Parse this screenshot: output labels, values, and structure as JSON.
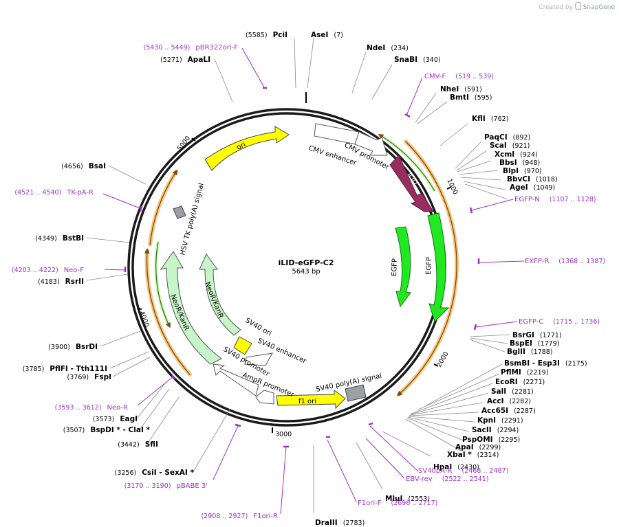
{
  "credit": {
    "prefix": "Created by",
    "brand": "SnapGene"
  },
  "plasmid": {
    "name": "iLID-eGFP-C2",
    "length_label": "5643 bp"
  },
  "ticks": [
    "1000",
    "2000",
    "3000",
    "4000",
    "5000"
  ],
  "features": [
    {
      "id": "cmv-enhancer",
      "label": "CMV enhancer"
    },
    {
      "id": "cmv-promoter",
      "label": "CMV promoter"
    },
    {
      "id": "ilid",
      "label": "iLID"
    },
    {
      "id": "egfp-outer",
      "label": "EGFP"
    },
    {
      "id": "egfp-inner",
      "label": "EGFP"
    },
    {
      "id": "sv40-polya",
      "label": "SV40 poly(A) signal"
    },
    {
      "id": "f1-ori",
      "label": "f1 ori"
    },
    {
      "id": "ampr-promoter",
      "label": "AmpR promoter"
    },
    {
      "id": "sv40-promoter",
      "label": "SV40 promoter"
    },
    {
      "id": "sv40-enhancer",
      "label": "SV40 enhancer"
    },
    {
      "id": "sv40-ori",
      "label": "SV40 ori"
    },
    {
      "id": "neokanr-outer",
      "label": "NeoR/KanR"
    },
    {
      "id": "neokanr-inner",
      "label": "NeoR/KanR"
    },
    {
      "id": "hsv-tk-polya",
      "label": "HSV TK poly(A) signal"
    },
    {
      "id": "ori",
      "label": "ori"
    }
  ],
  "enzymes_right": [
    {
      "name": "AseI",
      "pos": "(7)"
    },
    {
      "name": "NdeI",
      "pos": "(234)"
    },
    {
      "name": "SnaBI",
      "pos": "(340)"
    },
    {
      "name": "NheI",
      "pos": "(591)"
    },
    {
      "name": "BmtI",
      "pos": "(595)"
    },
    {
      "name": "KflI",
      "pos": "(762)"
    },
    {
      "name": "PaqCI",
      "pos": "(892)"
    },
    {
      "name": "ScaI",
      "pos": "(921)"
    },
    {
      "name": "XcmI",
      "pos": "(924)"
    },
    {
      "name": "BbsI",
      "pos": "(948)"
    },
    {
      "name": "BlpI",
      "pos": "(970)"
    },
    {
      "name": "BbvCI",
      "pos": "(1018)"
    },
    {
      "name": "AgeI",
      "pos": "(1049)"
    },
    {
      "name": "BsrGI",
      "pos": "(1771)"
    },
    {
      "name": "BspEI",
      "pos": "(1779)"
    },
    {
      "name": "BglII",
      "pos": "(1788)"
    },
    {
      "name": "BsmBI - Esp3I",
      "pos": "(2175)"
    },
    {
      "name": "PflMI",
      "pos": "(2219)"
    },
    {
      "name": "EcoRI",
      "pos": "(2271)"
    },
    {
      "name": "SalI",
      "pos": "(2281)"
    },
    {
      "name": "AccI",
      "pos": "(2282)"
    },
    {
      "name": "Acc65I",
      "pos": "(2287)"
    },
    {
      "name": "KpnI",
      "pos": "(2291)"
    },
    {
      "name": "SacII",
      "pos": "(2294)"
    },
    {
      "name": "PspOMI",
      "pos": "(2295)"
    },
    {
      "name": "ApaI",
      "pos": "(2299)"
    },
    {
      "name": "XbaI *",
      "pos": "(2314)"
    },
    {
      "name": "HpaI",
      "pos": "(2430)"
    },
    {
      "name": "MluI",
      "pos": "(2553)"
    },
    {
      "name": "DraIII",
      "pos": "(2783)"
    }
  ],
  "enzymes_left": [
    {
      "name": "PciI",
      "pos": "(5585)"
    },
    {
      "name": "ApaLI",
      "pos": "(5271)"
    },
    {
      "name": "BsaI",
      "pos": "(4656)"
    },
    {
      "name": "BstBI",
      "pos": "(4349)"
    },
    {
      "name": "RsrII",
      "pos": "(4183)"
    },
    {
      "name": "BsrDI",
      "pos": "(3900)"
    },
    {
      "name": "PflFI - Tth111I",
      "pos": "(3785)"
    },
    {
      "name": "FspI",
      "pos": "(3769)"
    },
    {
      "name": "EagI",
      "pos": "(3573)"
    },
    {
      "name": "BspDI * - ClaI *",
      "pos": "(3507)"
    },
    {
      "name": "SfiI",
      "pos": "(3442)"
    },
    {
      "name": "CsiI - SexAI *",
      "pos": "(3256)"
    }
  ],
  "primers": [
    {
      "name": "pBR322ori-F",
      "range": "(5430 .. 5449)"
    },
    {
      "name": "CMV-F",
      "range": "(519 .. 539)"
    },
    {
      "name": "EGFP-N",
      "range": "(1107 .. 1128)"
    },
    {
      "name": "EXFP-R",
      "range": "(1368 .. 1387)"
    },
    {
      "name": "EGFP-C",
      "range": "(1715 .. 1736)"
    },
    {
      "name": "SV40pA-R",
      "range": "(2468 .. 2487)"
    },
    {
      "name": "EBV-rev",
      "range": "(2522 .. 2541)"
    },
    {
      "name": "F1ori-F",
      "range": "(2696 .. 2717)"
    },
    {
      "name": "F1ori-R",
      "range": "(2908 .. 2927)"
    },
    {
      "name": "pBABE 3'",
      "range": "(3170 .. 3190)"
    },
    {
      "name": "Neo-R",
      "range": "(3593 .. 3612)"
    },
    {
      "name": "Neo-F",
      "range": "(4203 .. 4222)"
    },
    {
      "name": "TK-pA-R",
      "range": "(4521 .. 4540)"
    }
  ],
  "colors": {
    "backbone": "#1a1a1a",
    "ori_yellow": "#ffff00",
    "ilid": "#9b2c5f",
    "egfp": "#22e822",
    "neokanr": "#c8f5c8",
    "promoter": "#ffffff",
    "polya": "#9aa0a6",
    "orf_orange": "#f0a030",
    "primer": "#9b30c8"
  }
}
